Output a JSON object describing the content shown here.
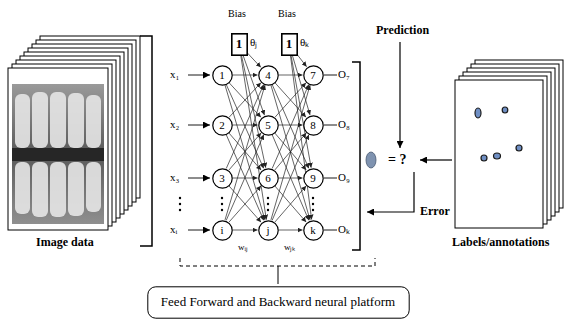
{
  "diagram": {
    "nodes": [
      {
        "text": [
          "1"
        ]
      },
      {
        "text": [
          "1"
        ]
      },
      {
        "text": [
          "1"
        ]
      },
      {
        "text": [
          "2"
        ]
      },
      {
        "text": [
          "3"
        ]
      },
      {
        "text": [
          "i"
        ]
      },
      {
        "text": [
          "4"
        ]
      },
      {
        "text": [
          "5"
        ]
      },
      {
        "text": [
          "6"
        ]
      },
      {
        "text": [
          "j"
        ]
      },
      {
        "text": [
          "7"
        ]
      },
      {
        "text": [
          "8"
        ]
      },
      {
        "text": [
          "9"
        ]
      },
      {
        "text": [
          "k"
        ]
      },
      {
        "text": [
          "Feed Forward and Backward neural platform"
        ]
      }
    ],
    "edges": [
      {
        "from": 2,
        "to": 6,
        "arrow": "to"
      },
      {
        "from": 2,
        "to": 7,
        "arrow": "to"
      },
      {
        "from": 2,
        "to": 8,
        "arrow": "to"
      },
      {
        "from": 2,
        "to": 9,
        "arrow": "to"
      },
      {
        "from": 3,
        "to": 6,
        "arrow": "to"
      },
      {
        "from": 3,
        "to": 7,
        "arrow": "to"
      },
      {
        "from": 3,
        "to": 8,
        "arrow": "to"
      },
      {
        "from": 3,
        "to": 9,
        "arrow": "to"
      },
      {
        "from": 4,
        "to": 6,
        "arrow": "to"
      },
      {
        "from": 4,
        "to": 7,
        "arrow": "to"
      },
      {
        "from": 4,
        "to": 8,
        "arrow": "to"
      },
      {
        "from": 4,
        "to": 9,
        "arrow": "to"
      },
      {
        "from": 5,
        "to": 6,
        "arrow": "to"
      },
      {
        "from": 5,
        "to": 7,
        "arrow": "to"
      },
      {
        "from": 5,
        "to": 8,
        "arrow": "to"
      },
      {
        "from": 5,
        "to": 9,
        "arrow": "to"
      },
      {
        "from": 6,
        "to": 10,
        "arrow": "to"
      },
      {
        "from": 6,
        "to": 11,
        "arrow": "to"
      },
      {
        "from": 6,
        "to": 12,
        "arrow": "to"
      },
      {
        "from": 6,
        "to": 13,
        "arrow": "to"
      },
      {
        "from": 7,
        "to": 10,
        "arrow": "to"
      },
      {
        "from": 7,
        "to": 11,
        "arrow": "to"
      },
      {
        "from": 7,
        "to": 12,
        "arrow": "to"
      },
      {
        "from": 7,
        "to": 13,
        "arrow": "to"
      },
      {
        "from": 8,
        "to": 10,
        "arrow": "to"
      },
      {
        "from": 8,
        "to": 11,
        "arrow": "to"
      },
      {
        "from": 8,
        "to": 12,
        "arrow": "to"
      },
      {
        "from": 8,
        "to": 13,
        "arrow": "to"
      },
      {
        "from": 9,
        "to": 10,
        "arrow": "to"
      },
      {
        "from": 9,
        "to": 11,
        "arrow": "to"
      },
      {
        "from": 9,
        "to": 12,
        "arrow": "to"
      },
      {
        "from": 9,
        "to": 13,
        "arrow": "to"
      },
      {
        "from": 0,
        "to": 6,
        "arrow": "to"
      },
      {
        "from": 0,
        "to": 7,
        "arrow": "to"
      },
      {
        "from": 0,
        "to": 8,
        "arrow": "to"
      },
      {
        "from": 0,
        "to": 9,
        "arrow": "to"
      },
      {
        "from": 1,
        "to": 10,
        "arrow": "to"
      },
      {
        "from": 1,
        "to": 11,
        "arrow": "to"
      },
      {
        "from": 1,
        "to": 12,
        "arrow": "to"
      },
      {
        "from": 1,
        "to": 13,
        "arrow": "to"
      }
    ],
    "labels": [
      "Image data",
      "Bias",
      "Bias",
      "θⱼ",
      "θₖ",
      "x₁",
      "x₂",
      "x₃",
      "xᵢ",
      "wᵢⱼ",
      "wⱼₖ",
      "O₇",
      "O₈",
      "O₉",
      "Oₖ",
      "Prediction",
      "= ?",
      "Error",
      "Labels/annotations"
    ]
  }
}
